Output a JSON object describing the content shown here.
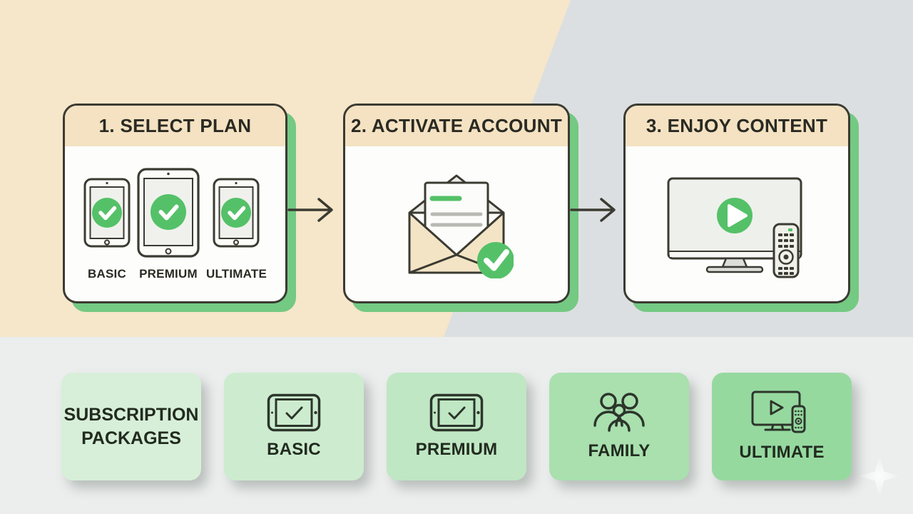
{
  "colors": {
    "accent_green": "#54c168",
    "card_shadow_green": "#74c983",
    "background_beige": "#f6e6ca",
    "background_gray": "#dcdfe1",
    "lower_background": "#eceeee",
    "card_header_beige": "#f4e2c2",
    "outline_dark": "#3b3b32",
    "package_greens": [
      "#d7efd9",
      "#cdeccf",
      "#bfe7c3",
      "#a9e0ae",
      "#96d99f"
    ]
  },
  "steps": [
    {
      "title": "1. SELECT PLAN",
      "icon": "tablets-check-icon",
      "plans": [
        "BASIC",
        "PREMIUM",
        "ULTIMATE"
      ]
    },
    {
      "title": "2. ACTIVATE ACCOUNT",
      "icon": "envelope-check-icon"
    },
    {
      "title": "3. ENJOY CONTENT",
      "icon": "tv-play-remote-icon"
    }
  ],
  "packages": {
    "title": "SUBSCRIPTION PACKAGES",
    "items": [
      {
        "label": "BASIC",
        "icon": "tablet-check-icon"
      },
      {
        "label": "PREMIUM",
        "icon": "tablet-check-icon"
      },
      {
        "label": "FAMILY",
        "icon": "family-icon"
      },
      {
        "label": "ULTIMATE",
        "icon": "tv-remote-icon"
      }
    ]
  }
}
